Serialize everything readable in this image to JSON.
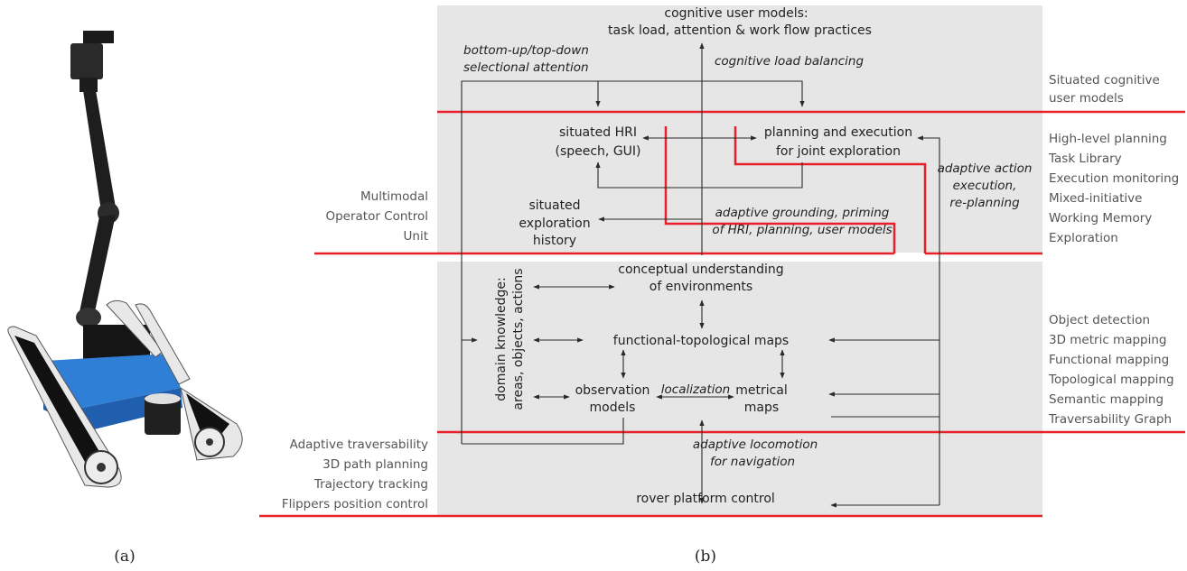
{
  "captions": {
    "a": "(a)",
    "b": "(b)"
  },
  "colors": {
    "panel": "#e6e6e6",
    "separator": "#e8202a",
    "arrow": "#2a2a2a",
    "side_text": "#555555"
  },
  "top_section": {
    "title_line1": "cognitive user models:",
    "title_line2": "task load, attention & work flow practices",
    "attention_line1": "bottom-up/top-down",
    "attention_line2": "selectional attention",
    "load_balancing": "cognitive load balancing"
  },
  "middle_section": {
    "hri_line1": "situated HRI",
    "hri_line2": "(speech, GUI)",
    "planning_line1": "planning and execution",
    "planning_line2": "for joint exploration",
    "history_line1": "situated",
    "history_line2": "exploration",
    "history_line3": "history",
    "grounding_line1": "adaptive grounding, priming",
    "grounding_line2": "of HRI, planning, user models",
    "action_line1": "adaptive action",
    "action_line2": "execution,",
    "action_line3": "re-planning"
  },
  "lower_section": {
    "conceptual_line1": "conceptual understanding",
    "conceptual_line2": "of environments",
    "functional": "functional-topological maps",
    "observation_line1": "observation",
    "observation_line2": "models",
    "localization": "localization",
    "metrical_line1": "metrical",
    "metrical_line2": "maps",
    "domain_line1": "domain knowledge:",
    "domain_line2": "areas, objects, actions",
    "locomotion_line1": "adaptive locomotion",
    "locomotion_line2": "for navigation",
    "rover": "rover platform control"
  },
  "right_labels": {
    "cognitive": [
      "Situated cognitive",
      "user models"
    ],
    "planning": [
      "High-level planning",
      "Task Library",
      "Execution monitoring",
      "Mixed-initiative",
      "Working Memory",
      "Exploration"
    ],
    "mapping": [
      "Object detection",
      "3D metric mapping",
      "Functional mapping",
      "Topological mapping",
      "Semantic mapping",
      "Traversability Graph"
    ]
  },
  "left_labels": {
    "ocu": [
      "Multimodal",
      "Operator Control",
      "Unit"
    ],
    "locomotion": [
      "Adaptive traversability",
      "3D path planning",
      "Trajectory tracking",
      "Flippers position control"
    ]
  }
}
